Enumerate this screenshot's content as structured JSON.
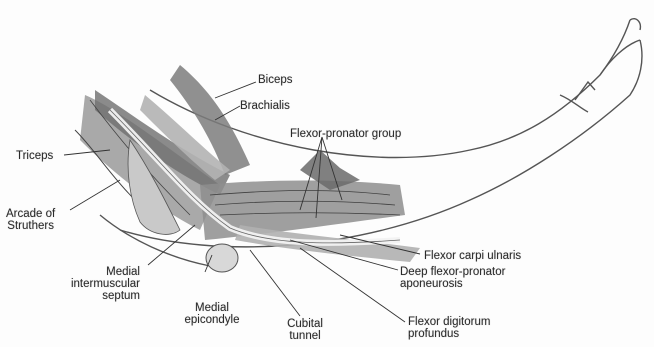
{
  "labels": {
    "biceps": "Biceps",
    "brachialis": "Brachialis",
    "flexor_pronator_group": "Flexor-pronator group",
    "triceps": "Triceps",
    "arcade_line1": "Arcade of",
    "arcade_line2": "Struthers",
    "medial_septum_line1": "Medial",
    "medial_septum_line2": "intermuscular",
    "medial_septum_line3": "septum",
    "medial_epicondyle_line1": "Medial",
    "medial_epicondyle_line2": "epicondyle",
    "cubital_line1": "Cubital",
    "cubital_line2": "tunnel",
    "flexor_carpi_ulnaris": "Flexor carpi ulnaris",
    "deep_flexor_line1": "Deep flexor-pronator",
    "deep_flexor_line2": "aponeurosis",
    "fdp_line1": "Flexor digitorum",
    "fdp_line2": "profundus"
  },
  "colors": {
    "ink": "#2a2a2a",
    "muscle_dark": "#6e6e6e",
    "muscle_mid": "#9a9a9a",
    "muscle_light": "#c9c9c9",
    "nerve": "#f2f2f2"
  }
}
